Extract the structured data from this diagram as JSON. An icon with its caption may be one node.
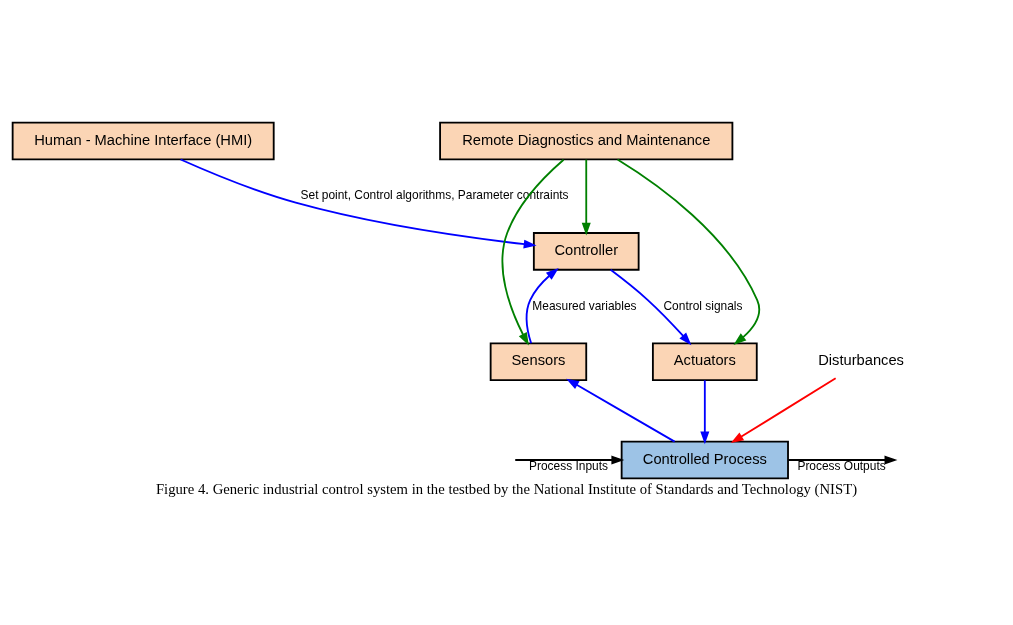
{
  "diagram": {
    "caption": "Figure 4. Generic industrial control system in the testbed by the National Institute of Standards and Technology (NIST)",
    "nodes": [
      {
        "text": [
          "Human - Machine Interface (HMI)"
        ]
      },
      {
        "text": [
          "Remote Diagnostics and Maintenance"
        ]
      },
      {
        "text": [
          "Controller"
        ]
      },
      {
        "text": [
          "Actuators"
        ]
      },
      {
        "text": [
          "Sensors"
        ]
      },
      {
        "text": [
          "Controlled Process"
        ]
      },
      {
        "text": [
          "Disturbances"
        ]
      }
    ],
    "edges": [
      {
        "from": 0,
        "to": 2,
        "arrow": "to",
        "label": "Set point, Control algorithms, Parameter contraints",
        "color": "#0000ff"
      },
      {
        "from": 1,
        "to": 2,
        "arrow": "to",
        "color": "#008000"
      },
      {
        "from": 2,
        "to": 3,
        "arrow": "to",
        "label": "Control signals",
        "color": "#0000ff"
      },
      {
        "from": 4,
        "to": 2,
        "arrow": "to",
        "label": "Measured variables",
        "color": "#0000ff"
      },
      {
        "from": 1,
        "to": 3,
        "arrow": "to",
        "color": "#008000"
      },
      {
        "from": 1,
        "to": 4,
        "arrow": "to",
        "color": "#008000"
      },
      {
        "from": 3,
        "to": 5,
        "arrow": "to",
        "color": "#0000ff"
      },
      {
        "from": 5,
        "to": 4,
        "arrow": "to",
        "color": "#0000ff"
      },
      {
        "from": 5,
        "to": null,
        "arrow": "to",
        "label": "Process Outputs",
        "color": "#000000"
      },
      {
        "from": null,
        "to": 5,
        "arrow": "to",
        "label": "Process Inputs",
        "color": "#000000"
      },
      {
        "from": 6,
        "to": 5,
        "arrow": "to",
        "color": "#ff0000"
      }
    ]
  }
}
